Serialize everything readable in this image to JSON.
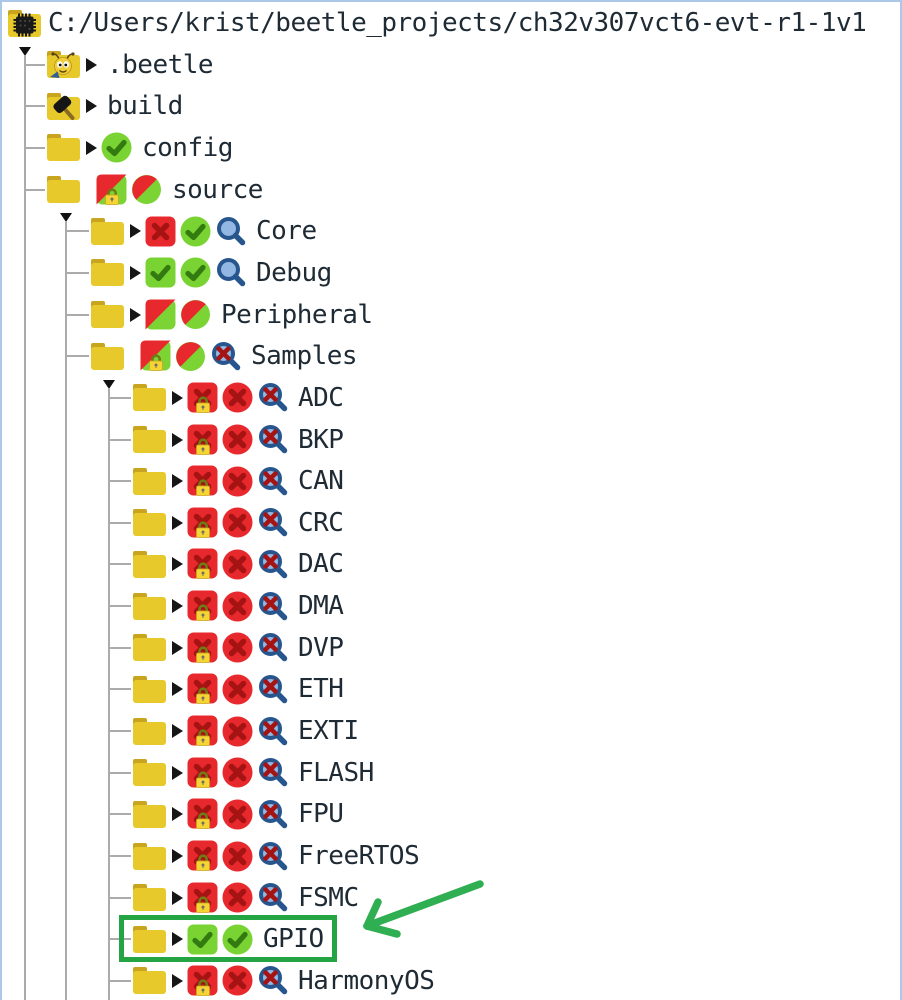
{
  "panel": {
    "kind": "project-file-tree",
    "background": "#ffffff",
    "border_color": "#abc8e8",
    "text_color": "#1e2a34",
    "guide_line_color": "#ababab"
  },
  "root": {
    "path": "C:/Users/krist/beetle_projects/ch32v307vct6-evt-r1-1v1"
  },
  "icon_colors": {
    "folder_body": "#e7c92c",
    "folder_tab": "#c9a41f",
    "badge_red": "#e7282d",
    "mark_dark_red": "#a61313",
    "badge_green": "#79d332",
    "mark_dark_green": "#337a10",
    "magnifier_rim": "#27568f",
    "magnifier_glass": "#92b7e2",
    "lock_body": "#f5d433",
    "lock_shackle": "#6e7d14",
    "expander_black": "#161616"
  },
  "annotation": {
    "box_color": "#25a444",
    "arrow_color": "#2fae52",
    "highlighted_row": "GPIO"
  },
  "tree": {
    "rows": [
      {
        "name": "root",
        "label": "C:/Users/krist/beetle_projects/ch32v307vct6-evt-r1-1v1",
        "level": 0,
        "folder": "chip",
        "caret": false,
        "badges": [],
        "expanded": true
      },
      {
        "name": "beetle",
        "label": ".beetle",
        "level": 1,
        "folder": "beetle",
        "caret": true,
        "badges": []
      },
      {
        "name": "build",
        "label": "build",
        "level": 1,
        "folder": "hammer",
        "caret": true,
        "badges": []
      },
      {
        "name": "config",
        "label": "config",
        "level": 1,
        "folder": "plain",
        "caret": true,
        "badges": [
          "check-circle"
        ]
      },
      {
        "name": "source",
        "label": "source",
        "level": 1,
        "folder": "plain",
        "caret": false,
        "badges": [
          "split-square-lock",
          "split-circle"
        ],
        "expanded": true
      },
      {
        "name": "Core",
        "label": "Core",
        "level": 2,
        "folder": "plain",
        "caret": true,
        "badges": [
          "cross-square",
          "check-circle",
          "magnifier"
        ]
      },
      {
        "name": "Debug",
        "label": "Debug",
        "level": 2,
        "folder": "plain",
        "caret": true,
        "badges": [
          "check-square",
          "check-circle",
          "magnifier"
        ]
      },
      {
        "name": "Peripheral",
        "label": "Peripheral",
        "level": 2,
        "folder": "plain",
        "caret": true,
        "badges": [
          "split-square",
          "split-circle"
        ]
      },
      {
        "name": "Samples",
        "label": "Samples",
        "level": 2,
        "folder": "plain",
        "caret": false,
        "badges": [
          "split-square-lock",
          "split-circle",
          "magnifier-cross"
        ],
        "expanded": true
      },
      {
        "name": "ADC",
        "label": "ADC",
        "level": 3,
        "folder": "plain",
        "caret": true,
        "badges": [
          "cross-square-lock",
          "cross-circle",
          "magnifier-cross"
        ]
      },
      {
        "name": "BKP",
        "label": "BKP",
        "level": 3,
        "folder": "plain",
        "caret": true,
        "badges": [
          "cross-square-lock",
          "cross-circle",
          "magnifier-cross"
        ]
      },
      {
        "name": "CAN",
        "label": "CAN",
        "level": 3,
        "folder": "plain",
        "caret": true,
        "badges": [
          "cross-square-lock",
          "cross-circle",
          "magnifier-cross"
        ]
      },
      {
        "name": "CRC",
        "label": "CRC",
        "level": 3,
        "folder": "plain",
        "caret": true,
        "badges": [
          "cross-square-lock",
          "cross-circle",
          "magnifier-cross"
        ]
      },
      {
        "name": "DAC",
        "label": "DAC",
        "level": 3,
        "folder": "plain",
        "caret": true,
        "badges": [
          "cross-square-lock",
          "cross-circle",
          "magnifier-cross"
        ]
      },
      {
        "name": "DMA",
        "label": "DMA",
        "level": 3,
        "folder": "plain",
        "caret": true,
        "badges": [
          "cross-square-lock",
          "cross-circle",
          "magnifier-cross"
        ]
      },
      {
        "name": "DVP",
        "label": "DVP",
        "level": 3,
        "folder": "plain",
        "caret": true,
        "badges": [
          "cross-square-lock",
          "cross-circle",
          "magnifier-cross"
        ]
      },
      {
        "name": "ETH",
        "label": "ETH",
        "level": 3,
        "folder": "plain",
        "caret": true,
        "badges": [
          "cross-square-lock",
          "cross-circle",
          "magnifier-cross"
        ]
      },
      {
        "name": "EXTI",
        "label": "EXTI",
        "level": 3,
        "folder": "plain",
        "caret": true,
        "badges": [
          "cross-square-lock",
          "cross-circle",
          "magnifier-cross"
        ]
      },
      {
        "name": "FLASH",
        "label": "FLASH",
        "level": 3,
        "folder": "plain",
        "caret": true,
        "badges": [
          "cross-square-lock",
          "cross-circle",
          "magnifier-cross"
        ]
      },
      {
        "name": "FPU",
        "label": "FPU",
        "level": 3,
        "folder": "plain",
        "caret": true,
        "badges": [
          "cross-square-lock",
          "cross-circle",
          "magnifier-cross"
        ]
      },
      {
        "name": "FreeRTOS",
        "label": "FreeRTOS",
        "level": 3,
        "folder": "plain",
        "caret": true,
        "badges": [
          "cross-square-lock",
          "cross-circle",
          "magnifier-cross"
        ]
      },
      {
        "name": "FSMC",
        "label": "FSMC",
        "level": 3,
        "folder": "plain",
        "caret": true,
        "badges": [
          "cross-square-lock",
          "cross-circle",
          "magnifier-cross"
        ]
      },
      {
        "name": "GPIO",
        "label": "GPIO",
        "level": 3,
        "folder": "plain",
        "caret": true,
        "badges": [
          "check-square",
          "check-circle"
        ],
        "highlighted": true
      },
      {
        "name": "HarmonyOS",
        "label": "HarmonyOS",
        "level": 3,
        "folder": "plain",
        "caret": true,
        "badges": [
          "cross-square-lock",
          "cross-circle",
          "magnifier-cross"
        ]
      }
    ]
  }
}
